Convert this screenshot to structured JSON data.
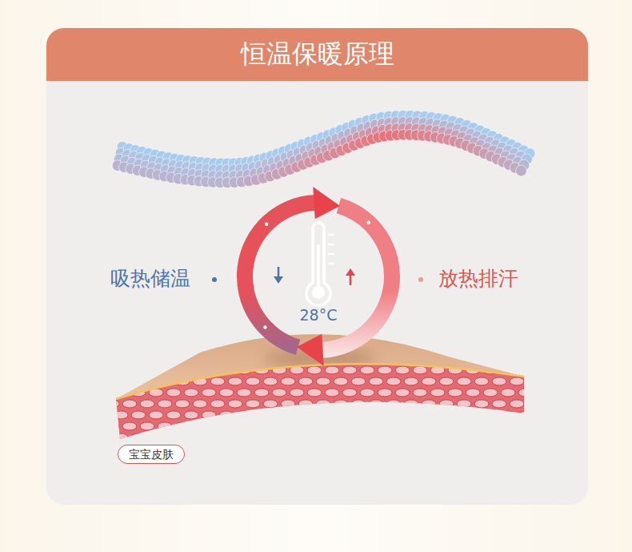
{
  "diagram": {
    "title": "恒温保暖原理",
    "nodes": [
      {
        "text": [
          "28°C"
        ]
      },
      {
        "text": [
          "宝宝皮肤"
        ]
      }
    ],
    "labels": [
      "吸热储温",
      "放热排汗"
    ]
  }
}
